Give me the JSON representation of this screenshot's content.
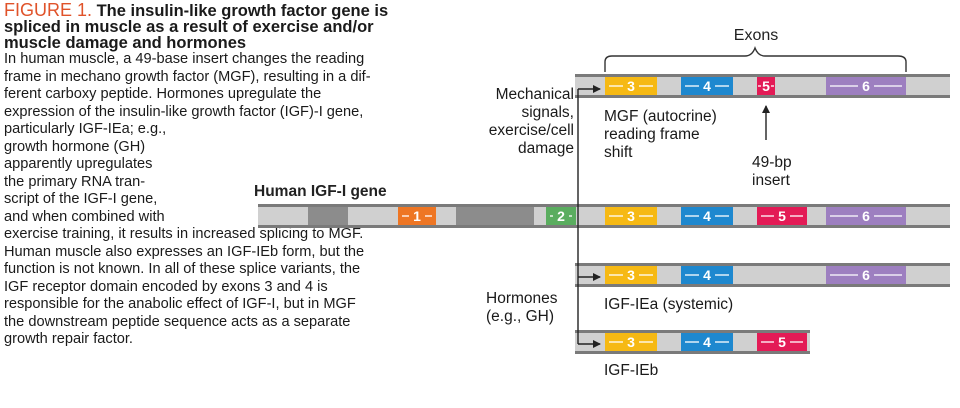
{
  "caption": {
    "figure_label": "FIGURE 1.",
    "title_lines": [
      " The insulin-like growth factor gene is",
      "spliced in muscle as a result of exercise and/or",
      "muscle damage and hormones"
    ],
    "body_lines": [
      "In human muscle, a 49-base insert changes the reading",
      "frame in mechano growth factor (MGF), resulting in a dif-",
      "ferent carboxy peptide. Hormones upregulate the",
      "expression of the insulin-like growth factor (IGF)-I gene,",
      "particularly IGF-IEa; e.g.,",
      "growth hormone (GH)",
      "apparently upregulates",
      "the primary RNA tran-",
      "script of the IGF-I gene,",
      "and when combined with",
      "exercise training, it results in increased splicing to MGF.",
      "Human muscle also expresses an IGF-IEb form, but the",
      "function is not known. In all of these splice variants, the",
      "IGF receptor domain encoded by exons 3 and 4 is",
      "responsible for the anabolic effect of IGF-I, but in MGF",
      "the downstream peptide sequence acts as a separate",
      "growth repair factor."
    ]
  },
  "diagram": {
    "exons_label": "Exons",
    "gene_label": "Human IGF-I gene",
    "mechanical_lines": [
      "Mechanical",
      "signals,",
      "exercise/cell",
      "damage"
    ],
    "hormones_lines": [
      "Hormones",
      "(e.g., GH)"
    ],
    "mgf_lines": [
      "MGF (autocrine)",
      "reading frame",
      "shift"
    ],
    "insert_lines": [
      "49-bp",
      "insert"
    ],
    "igf_iea_label": "IGF-IEa (systemic)",
    "igf_ieb_label": "IGF-IEb",
    "exon_numbers": [
      "1",
      "2",
      "3",
      "4",
      "5",
      "6"
    ]
  },
  "colors": {
    "exon1": "#ee7624",
    "exon2": "#5aad5f",
    "exon3": "#f6b914",
    "exon4": "#1e88cf",
    "exon5": "#e31b56",
    "exon6": "#9d7fc0",
    "intron_dark": "#8c8c8c",
    "bar_light": "#d0d0d0",
    "figure_label": "#e0532a"
  }
}
